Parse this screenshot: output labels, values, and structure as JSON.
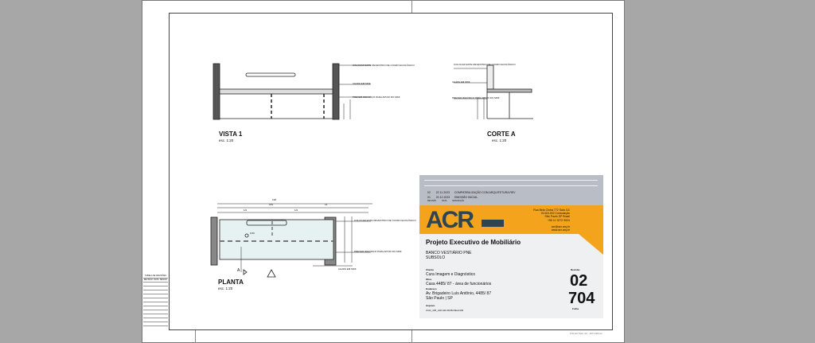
{
  "views": {
    "vista": {
      "title": "VISTA 1",
      "scale": "esc. 1:20",
      "notes": [
        "COLOCAR ESTE REVESTIDO DE COURO ECOLÓGICO",
        "CHAPA EM MDF",
        "PREVER REFORÇO PARA APOIO DO MDF"
      ]
    },
    "corte": {
      "title": "CORTE A",
      "scale": "esc. 1:20",
      "notes": [
        "COLOCAR ESTE REVESTIDO DE COURO ECOLÓGICO",
        "CHAPA EM MDF",
        "PREVER REFORÇO PARA APOIO DO MDF"
      ]
    },
    "planta": {
      "title": "PLANTA",
      "scale": "esc. 1:20",
      "dims": [
        "198",
        "184",
        "14",
        "1/2",
        "1/2",
        "0,50"
      ],
      "section_mark": "A",
      "notes": [
        "COLOCAR ESTE REVESTIDO DE COURO ECOLÓGICO",
        "PREVER REFORÇO PARA APOIO DO MDF",
        "CHAPA EM MDF"
      ]
    }
  },
  "title_block": {
    "revisions": [
      {
        "n": "02",
        "date": "22.11.2023",
        "desc": "COMPATIBILIZAÇÃO COM ARQUITETURA REV"
      },
      {
        "n": "01",
        "date": "22.12.2023",
        "desc": "EMISSÃO INICIAL"
      }
    ],
    "rev_headers": [
      "REVISÃO",
      "DATA",
      "DESCRIÇÃO"
    ],
    "logo": "ACR",
    "address": [
      "Rua Bela Cintra 772  Sala 111",
      "01415-002  Consolação",
      "São Paulo  SP  Brasil",
      "+55 11 3272 9924",
      "",
      "acr@acr.arq.br",
      "www.acr.arq.br"
    ],
    "project_title": "Projeto Executivo de Mobiliário",
    "item": "BANCO VESTIÁRIO PNE",
    "location": "SUBSOLO",
    "cliente_label": "Cliente",
    "cliente": "Cura Imagem e Diagnóstico",
    "obra_label": "Obra",
    "obra": "Casa 4485/ 87 - área de funcionários",
    "endereco_label": "Endereço",
    "endereco": "Av. Brigadeiro Luís Antônio, 4485/ 87",
    "cidade": "São Paulo | SP",
    "arquivo_label": "Arquivo",
    "arquivo": "CUR_435_218-440-MOB-REL2445",
    "revisao_label": "Revisão",
    "revisao": "02",
    "folha_label": "Folha",
    "folha": "704"
  },
  "footer": "FOLHA TAM. A3 - 297x420mm",
  "rev_table": {
    "title": "TABELA DE REVISÕES",
    "headers": [
      "REVISÃO",
      "DATA",
      "DESCR."
    ]
  }
}
